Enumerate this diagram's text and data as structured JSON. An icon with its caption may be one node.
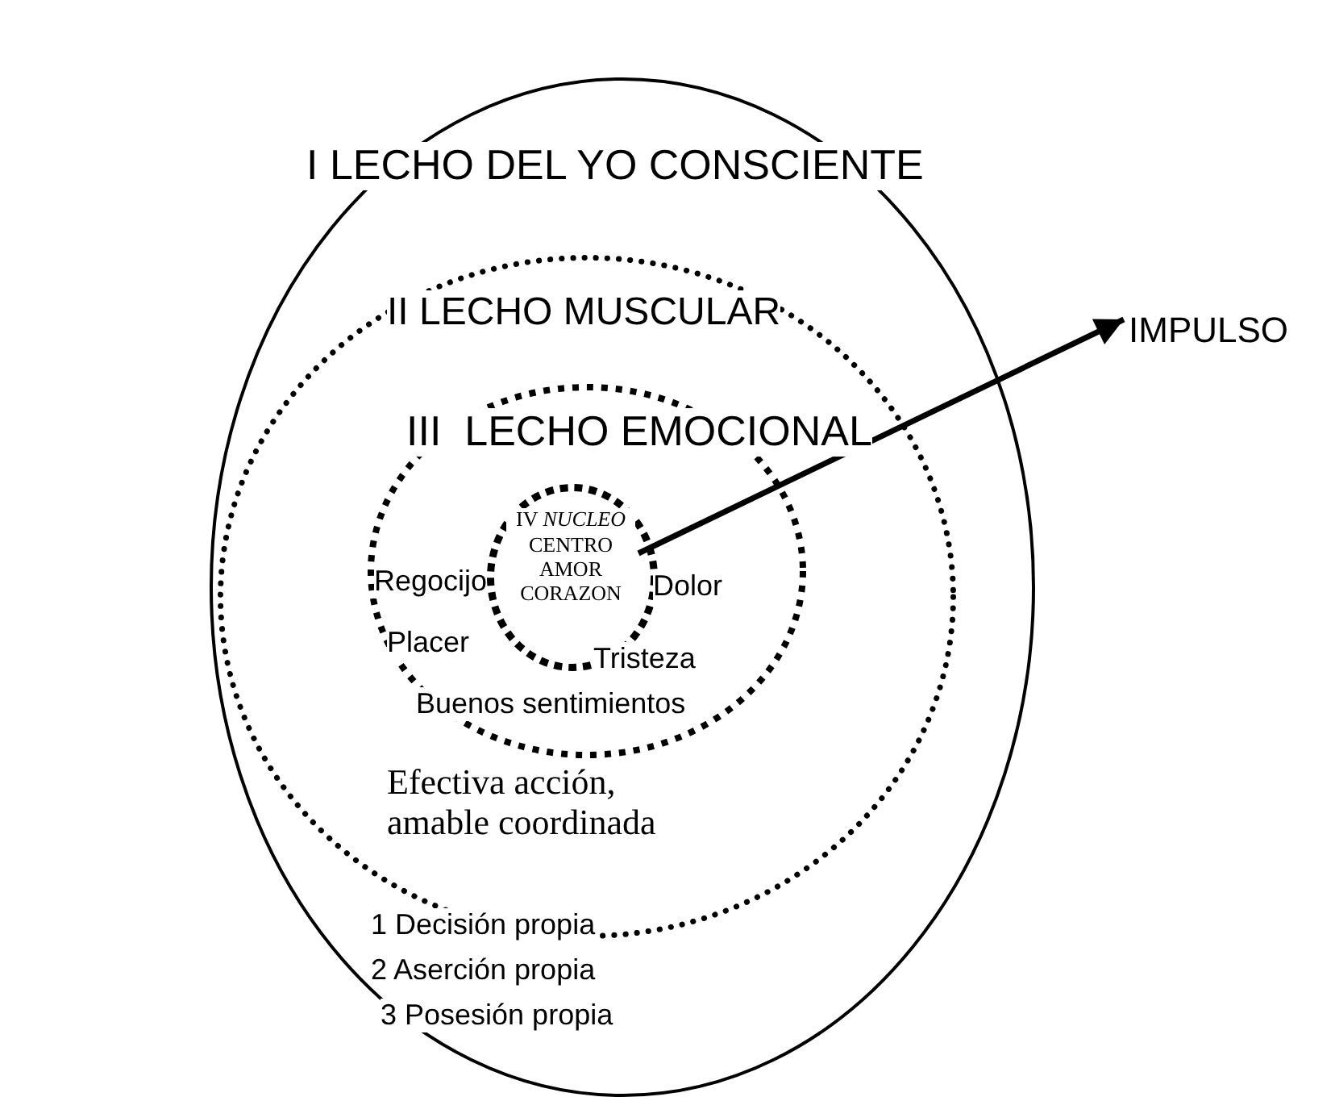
{
  "diagram": {
    "nodes": [
      {
        "text": [
          "I LECHO DEL YO CONSCIENTE",
          "1 Decisión propia",
          "2 Aserción propia",
          "3 Posesión propia"
        ]
      },
      {
        "text": [
          "II LECHO MUSCULAR",
          "Efectiva acción, amable coordinada"
        ],
        "in": 0
      },
      {
        "text": [
          "III  LECHO EMOCIONAL",
          "Regocijo",
          "Dolor",
          "Placer",
          "Tristeza",
          "Buenos sentimientos"
        ],
        "in": 1
      },
      {
        "text": [
          "IV *NUCLEO*",
          "CENTRO AMOR CORAZON"
        ],
        "in": 2
      },
      {
        "text": [
          "IMPULSO"
        ]
      }
    ],
    "edges": [
      {
        "from": 3,
        "to": 4,
        "arrow": "to"
      }
    ]
  }
}
